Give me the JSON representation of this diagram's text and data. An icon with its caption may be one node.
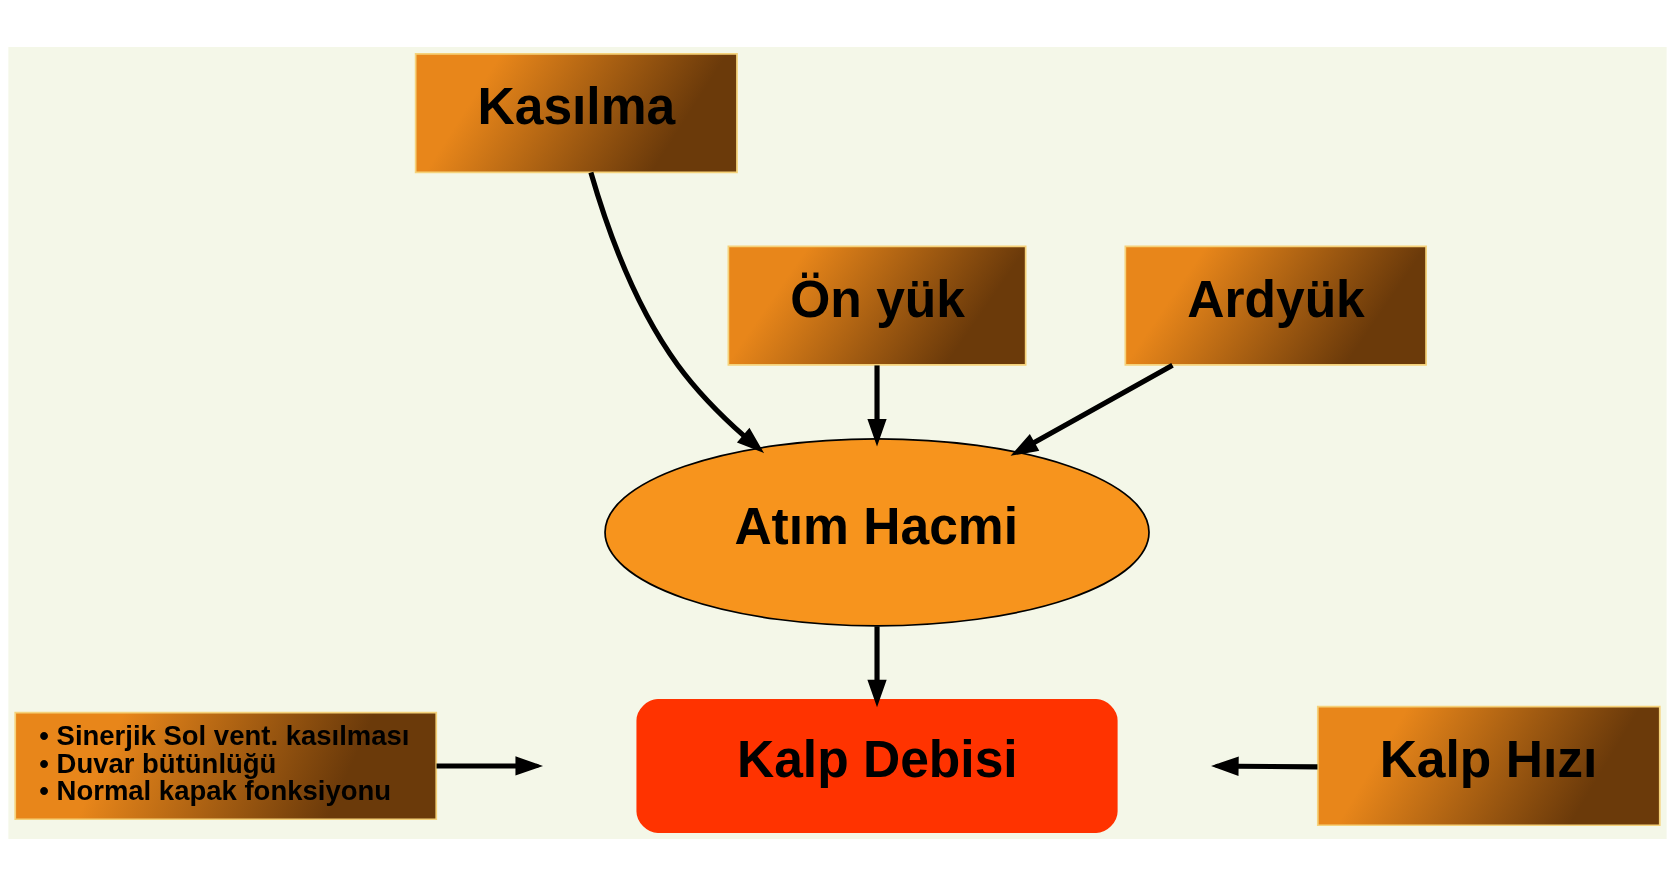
{
  "diagram": {
    "nodes": [
      {
        "text": [
          "Kasılma"
        ]
      },
      {
        "text": [
          "Ön yük"
        ]
      },
      {
        "text": [
          "Ardyük"
        ]
      },
      {
        "text": [
          "Atım Hacmi"
        ]
      },
      {
        "text": [
          "• Sinerjik Sol vent. kasılması",
          "• Duvar bütünlüğü",
          "• Normal kapak fonksiyonu"
        ]
      },
      {
        "text": [
          "Kalp Hızı"
        ]
      },
      {
        "text": [
          "Kalp Debisi"
        ]
      }
    ],
    "edges": [
      {
        "from": 0,
        "to": 3,
        "arrow": "to"
      },
      {
        "from": 1,
        "to": 3,
        "arrow": "to"
      },
      {
        "from": 2,
        "to": 3,
        "arrow": "to"
      },
      {
        "from": 3,
        "to": 6,
        "arrow": "to"
      },
      {
        "from": 4,
        "to": null,
        "arrow": "to"
      },
      {
        "from": 5,
        "to": null,
        "arrow": "to"
      }
    ]
  }
}
